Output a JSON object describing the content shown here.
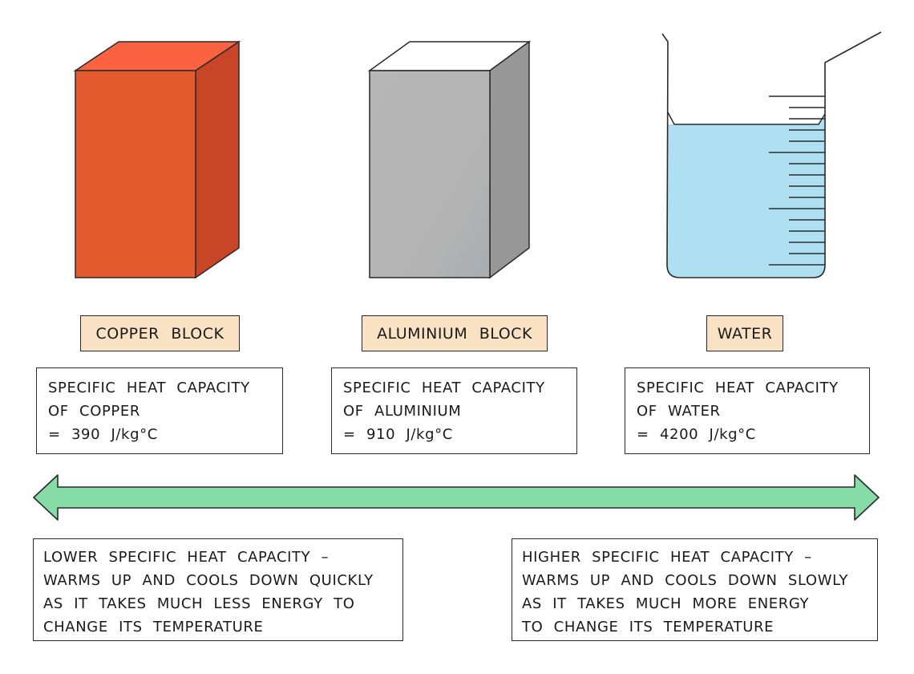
{
  "materials": [
    {
      "name": "COPPER BLOCK",
      "info_lines": [
        "SPECIFIC HEAT CAPACITY",
        "OF COPPER",
        "= 390 J/kg°C"
      ],
      "color": "#e35a2f"
    },
    {
      "name": "ALUMINIUM BLOCK",
      "info_lines": [
        "SPECIFIC HEAT CAPACITY",
        "OF ALUMINIUM",
        "= 910 J/kg°C"
      ],
      "color": "#b4b4b4"
    },
    {
      "name": "WATER",
      "info_lines": [
        "SPECIFIC HEAT CAPACITY",
        "OF WATER",
        "= 4200 J/kg°C"
      ],
      "color": "#aee0f2"
    }
  ],
  "scale_arrow": {
    "color": "#86dca6"
  },
  "summaries": {
    "lower": [
      "LOWER SPECIFIC HEAT CAPACITY –",
      "WARMS UP AND COOLS DOWN QUICKLY",
      "AS IT TAKES MUCH LESS ENERGY TO",
      "CHANGE ITS TEMPERATURE"
    ],
    "higher": [
      "HIGHER SPECIFIC HEAT CAPACITY –",
      "WARMS UP AND COOLS DOWN SLOWLY",
      "AS IT TAKES MUCH MORE ENERGY",
      "TO CHANGE ITS TEMPERATURE"
    ]
  }
}
